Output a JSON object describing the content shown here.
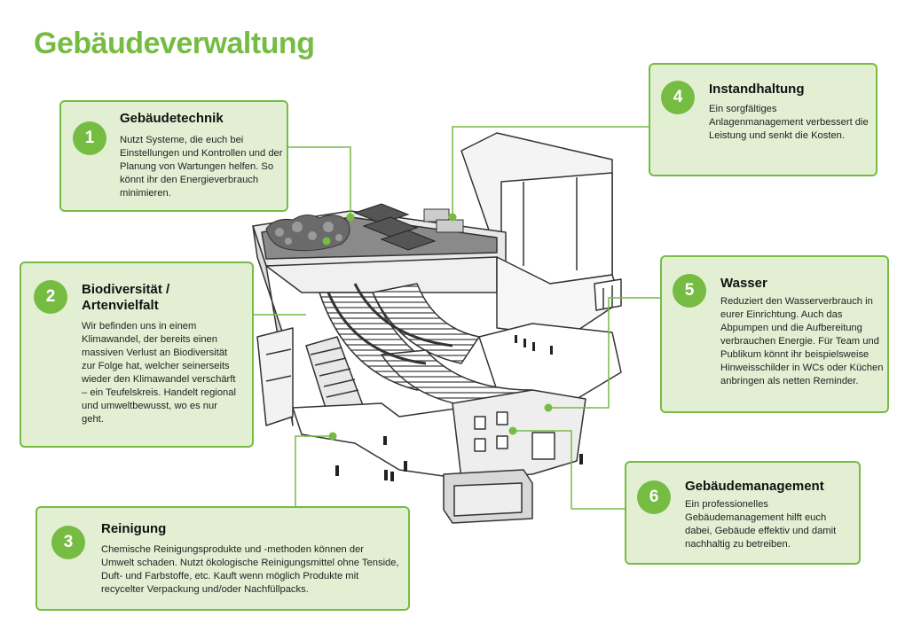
{
  "title": "Gebäudeverwaltung",
  "cards": [
    {
      "num": "1",
      "heading": "Gebäudetechnik",
      "text": "Nutzt Systeme, die euch bei Einstellungen und Kontrollen und der Planung von Wartungen helfen. So könnt ihr den Energieverbrauch minimieren."
    },
    {
      "num": "2",
      "heading": "Biodiversität / Artenvielfalt",
      "text": "Wir befinden uns in einem Klimawandel, der bereits einen massiven Verlust an Biodiversität zur Folge hat, welcher seinerseits wieder den Klimawandel verschärft – ein Teufelskreis. Handelt regional und umweltbewusst, wo es nur geht."
    },
    {
      "num": "3",
      "heading": "Reinigung",
      "text": "Chemische Reinigungsprodukte und -methoden können der Umwelt schaden. Nutzt ökologische Reinigungsmittel ohne Tenside, Duft- und Farbstoffe, etc. Kauft wenn möglich Produkte mit recycelter Verpackung und/oder Nachfüllpacks."
    },
    {
      "num": "4",
      "heading": "Instandhaltung",
      "text": "Ein sorgfältiges Anlagenmanagement verbessert die Leistung und senkt die Kosten."
    },
    {
      "num": "5",
      "heading": "Wasser",
      "text": "Reduziert den Wasserverbrauch in eurer Einrichtung. Auch das Abpumpen und die Aufbereitung verbrauchen Energie. Für Team und Publikum könnt ihr beispielsweise Hinweisschilder in WCs oder Küchen anbringen als netten Reminder."
    },
    {
      "num": "6",
      "heading": "Gebäudemanagement",
      "text": "Ein professionelles Gebäudemanagement hilft euch dabei, Gebäude effektiv und damit nachhaltig zu betreiben."
    }
  ],
  "colors": {
    "accent": "#76bc43",
    "card_bg": "#e2efd3"
  }
}
